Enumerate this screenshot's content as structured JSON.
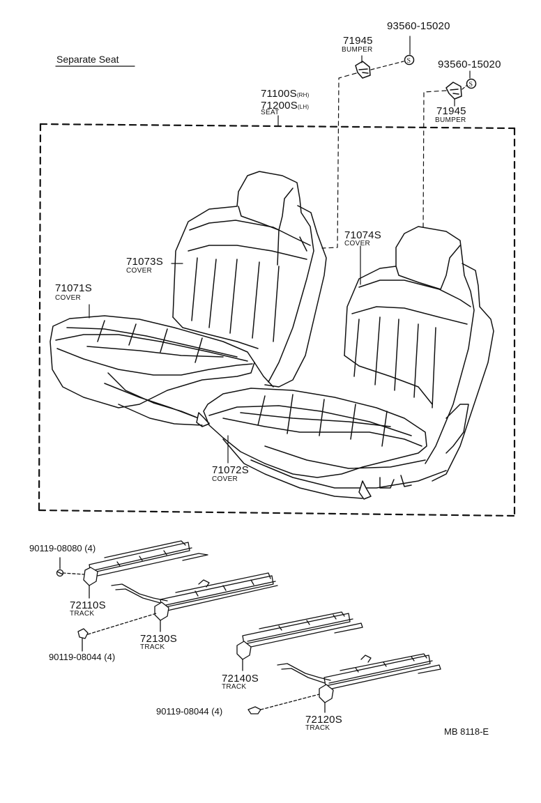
{
  "title": "Separate Seat",
  "footer_code": "MB 8118-E",
  "parts": {
    "seat_rh": {
      "number": "71100S",
      "suffix": "(RH)"
    },
    "seat_lh": {
      "number": "71200S",
      "suffix": "(LH)"
    },
    "seat_desc": "SEAT",
    "bumper_top": {
      "number": "71945",
      "desc": "BUMPER"
    },
    "bumper_right": {
      "number": "71945",
      "desc": "BUMPER"
    },
    "screw_top": "93560-15020",
    "screw_right": "93560-15020",
    "cover_71073": {
      "number": "71073S",
      "desc": "COVER"
    },
    "cover_71074": {
      "number": "71074S",
      "desc": "COVER"
    },
    "cover_71071": {
      "number": "71071S",
      "desc": "COVER"
    },
    "cover_71072": {
      "number": "71072S",
      "desc": "COVER"
    },
    "bolt_1": "90119-08080 (4)",
    "bolt_2": "90119-08044 (4)",
    "bolt_3": "90119-08044 (4)",
    "track_72110": {
      "number": "72110S",
      "desc": "TRACK"
    },
    "track_72130": {
      "number": "72130S",
      "desc": "TRACK"
    },
    "track_72140": {
      "number": "72140S",
      "desc": "TRACK"
    },
    "track_72120": {
      "number": "72120S",
      "desc": "TRACK"
    }
  }
}
